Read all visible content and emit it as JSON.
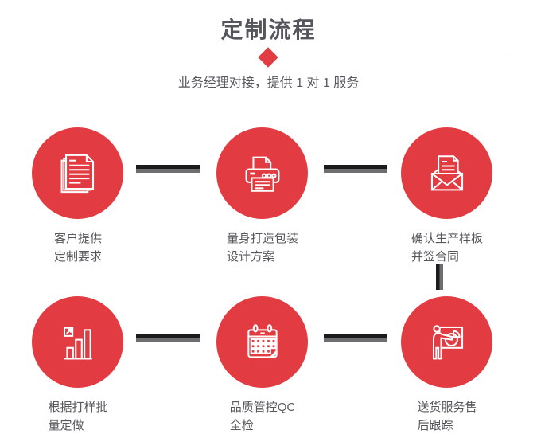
{
  "header": {
    "title": "定制流程",
    "subtitle": "业务经理对接，提供 1 对 1 服务"
  },
  "steps": [
    {
      "icon": "documents-icon",
      "line1": "客户提供",
      "line2": "定制要求"
    },
    {
      "icon": "printer-icon",
      "line1": "量身打造包装",
      "line2": "设计方案"
    },
    {
      "icon": "envelope-icon",
      "line1": "确认生产样板",
      "line2": "并签合同"
    },
    {
      "icon": "bar-chart-icon",
      "line1": "根据打样批",
      "line2": "量定做"
    },
    {
      "icon": "calendar-icon",
      "line1": "品质管控QC",
      "line2": "全检"
    },
    {
      "icon": "presenter-icon",
      "line1": "送货服务售",
      "line2": "后跟踪"
    }
  ],
  "colors": {
    "accent_red": "#e23c42",
    "title_gray": "#54565b",
    "text_gray": "#56585c",
    "connector_black": "#1a1b1c",
    "connector_gray": "#6e6e70",
    "divider_gray": "#d9d9d9"
  }
}
